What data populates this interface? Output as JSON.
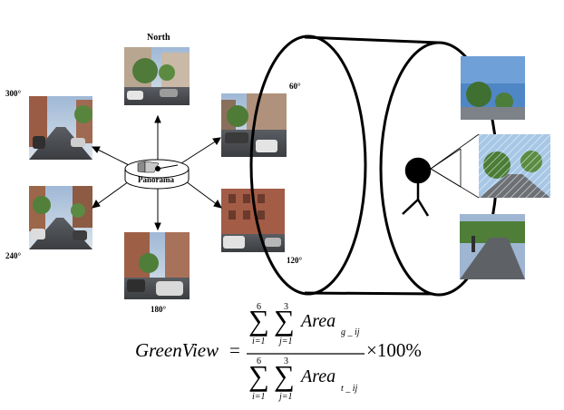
{
  "diagram": {
    "direction_title": "North",
    "hub_label": "Panorama",
    "angles": {
      "a60": "60°",
      "a300": "300°",
      "a240": "240°",
      "a120": "120°",
      "a180": "180°"
    }
  },
  "formula": {
    "lhs": "GreenView",
    "equals": "=",
    "sum_i_upper": "6",
    "sum_j_upper": "3",
    "sum_i_lower": "i=1",
    "sum_j_lower": "j=1",
    "numerator_term": "Area",
    "numerator_sub": "g _ ij",
    "denominator_term": "Area",
    "denominator_sub": "t _ ij",
    "factor": "×100%"
  }
}
